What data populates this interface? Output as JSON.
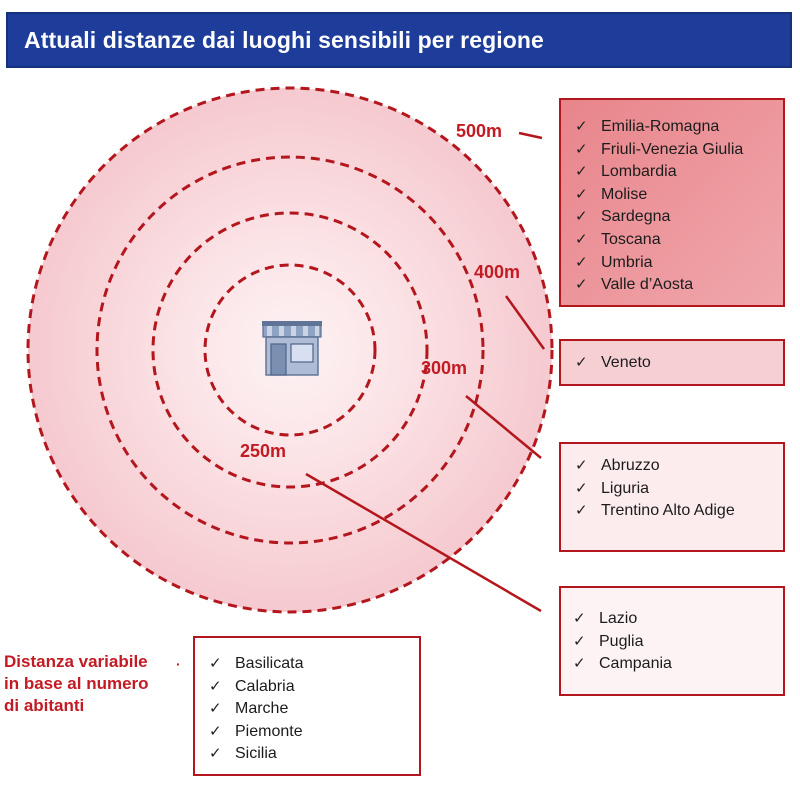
{
  "title": "Attuali distanze dai luoghi sensibili per regione",
  "rings": [
    {
      "label": "500m"
    },
    {
      "label": "400m"
    },
    {
      "label": "300m"
    },
    {
      "label": "250m"
    }
  ],
  "center_icon": "shop-icon",
  "groups": [
    {
      "distance": "500m",
      "regions": [
        "Emilia-Romagna",
        "Friuli-Venezia Giulia",
        "Lombardia",
        "Molise",
        "Sardegna",
        "Toscana",
        "Umbria",
        "Valle d’Aosta"
      ]
    },
    {
      "distance": "400m",
      "regions": [
        "Veneto"
      ]
    },
    {
      "distance": "300m",
      "regions": [
        "Abruzzo",
        "Liguria",
        "Trentino Alto Adige"
      ]
    },
    {
      "distance": "250m",
      "regions": [
        "Lazio",
        "Puglia",
        "Campania"
      ]
    }
  ],
  "variable": {
    "note_lines": [
      "Distanza variabile",
      "in base al numero",
      "di abitanti"
    ],
    "regions": [
      "Basilicata",
      "Calabria",
      "Marche",
      "Piemonte",
      "Sicilia"
    ]
  },
  "check_symbol": "✓",
  "colors": {
    "title_bg": "#1e3d9a",
    "accent_red": "#b3171d",
    "label_red": "#c21b24"
  }
}
